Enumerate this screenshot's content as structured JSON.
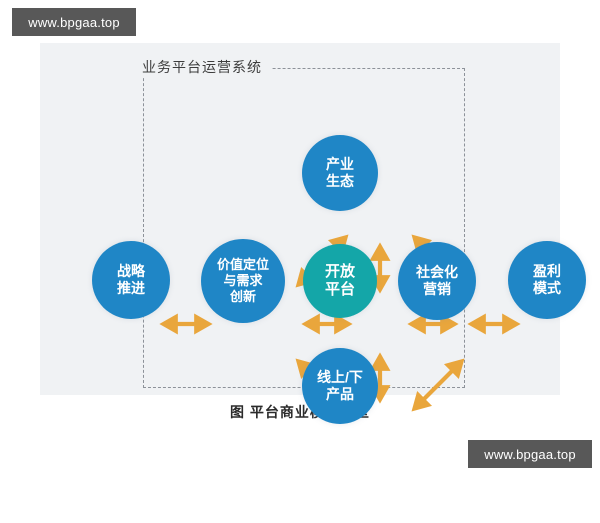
{
  "watermarks": {
    "top_left": "www.bpgaa.top",
    "bottom_right": "www.bpgaa.top"
  },
  "figure": {
    "caption": "图  平台商业模式模型",
    "system_boundary": {
      "title": "业务平台运营系统",
      "style": "dashed"
    },
    "colors": {
      "canvas_background": "#f0f2f4",
      "node_blue": "#1f86c6",
      "node_teal": "#14a6a8",
      "arrow_orange": "#e9a63c",
      "boundary_gray": "#8d9299",
      "watermark_background": "#585858"
    },
    "nodes": [
      {
        "id": "industry-ecosystem",
        "label": "产业\n生态",
        "lines": [
          "产业",
          "生态"
        ],
        "color": "#1f86c6",
        "position": "top",
        "inside_boundary": true
      },
      {
        "id": "open-platform",
        "label": "开放\n平台",
        "lines": [
          "开放",
          "平台"
        ],
        "color": "#14a6a8",
        "position": "center",
        "inside_boundary": true
      },
      {
        "id": "value-and-demand",
        "label": "价值定位\n与需求\n创新",
        "lines": [
          "价值定位",
          "与需求",
          "创新"
        ],
        "color": "#1f86c6",
        "position": "inner-left",
        "inside_boundary": true
      },
      {
        "id": "social-marketing",
        "label": "社会化\n营销",
        "lines": [
          "社会化",
          "营销"
        ],
        "color": "#1f86c6",
        "position": "inner-right",
        "inside_boundary": true
      },
      {
        "id": "online-offline-products",
        "label": "线上/下\n产品",
        "lines": [
          "线上/下",
          "产品"
        ],
        "color": "#1f86c6",
        "position": "bottom",
        "inside_boundary": true
      },
      {
        "id": "strategy-advance",
        "label": "战略\n推进",
        "lines": [
          "战略",
          "推进"
        ],
        "color": "#1f86c6",
        "position": "outer-left",
        "inside_boundary": false
      },
      {
        "id": "profit-model",
        "label": "盈利\n模式",
        "lines": [
          "盈利",
          "模式"
        ],
        "color": "#1f86c6",
        "position": "outer-right",
        "inside_boundary": false
      }
    ],
    "connections": [
      {
        "id": "center-to-top",
        "from": "open-platform",
        "to": "industry-ecosystem",
        "type": "double-arrow",
        "orientation": "vertical"
      },
      {
        "id": "center-to-bottom",
        "from": "open-platform",
        "to": "online-offline-products",
        "type": "double-arrow",
        "orientation": "vertical"
      },
      {
        "id": "center-to-left",
        "from": "open-platform",
        "to": "value-and-demand",
        "type": "double-arrow",
        "orientation": "horizontal"
      },
      {
        "id": "center-to-right",
        "from": "open-platform",
        "to": "social-marketing",
        "type": "double-arrow",
        "orientation": "horizontal"
      },
      {
        "id": "left-to-top",
        "from": "value-and-demand",
        "to": "industry-ecosystem",
        "type": "double-arrow",
        "orientation": "diagonal"
      },
      {
        "id": "top-to-right",
        "from": "industry-ecosystem",
        "to": "social-marketing",
        "type": "double-arrow",
        "orientation": "diagonal"
      },
      {
        "id": "left-to-bottom",
        "from": "value-and-demand",
        "to": "online-offline-products",
        "type": "double-arrow",
        "orientation": "diagonal"
      },
      {
        "id": "bottom-to-right",
        "from": "online-offline-products",
        "to": "social-marketing",
        "type": "double-arrow",
        "orientation": "diagonal"
      },
      {
        "id": "outer-left-to-inner-left",
        "from": "strategy-advance",
        "to": "value-and-demand",
        "type": "double-arrow",
        "orientation": "horizontal"
      },
      {
        "id": "inner-right-to-outer-right",
        "from": "social-marketing",
        "to": "profit-model",
        "type": "double-arrow",
        "orientation": "horizontal"
      }
    ]
  }
}
